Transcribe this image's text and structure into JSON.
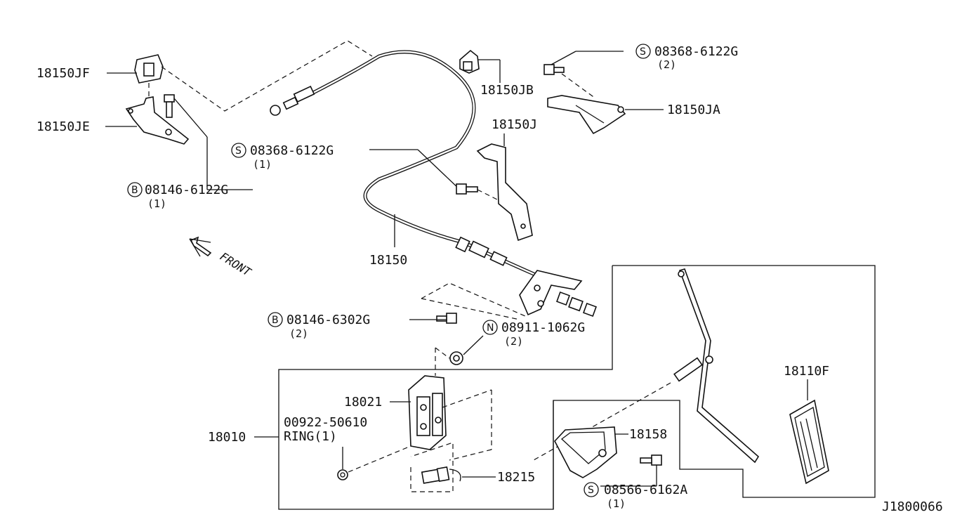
{
  "labels": {
    "p18150JF": "18150JF",
    "p18150JE": "18150JE",
    "bolt1_code": "08146-6122G",
    "bolt1_prefix": "B",
    "bolt1_qty": "(1)",
    "screw1_code": "08368-6122G",
    "screw1_prefix": "S",
    "screw1_qty": "(1)",
    "p18150JB": "18150JB",
    "screw2_code": "08368-6122G",
    "screw2_prefix": "S",
    "screw2_qty": "(2)",
    "p18150JA": "18150JA",
    "p18150J": "18150J",
    "p18150": "18150",
    "front": "FRONT",
    "bolt2_code": "08146-6302G",
    "bolt2_prefix": "B",
    "bolt2_qty": "(2)",
    "nut_code": "08911-1062G",
    "nut_prefix": "N",
    "nut_qty": "(2)",
    "p18110F": "18110F",
    "p18021": "18021",
    "p18010": "18010",
    "ring_code": "00922-50610",
    "ring_text": "RING(1)",
    "p18158": "18158",
    "p18215": "18215",
    "screw3_code": "08566-6162A",
    "screw3_prefix": "S",
    "screw3_qty": "(1)",
    "diagram_id": "J1800066"
  }
}
